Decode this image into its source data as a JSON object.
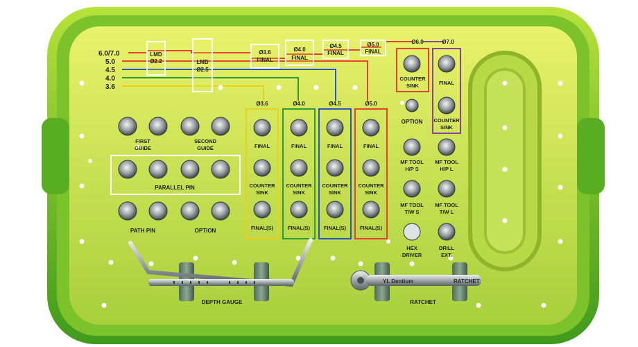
{
  "legend": {
    "items": [
      {
        "text": "6.0/7.0",
        "color": "#e34234"
      },
      {
        "text": "5.0",
        "color": "#e34234"
      },
      {
        "text": "4.5",
        "color": "#2a55c8"
      },
      {
        "text": "4.0",
        "color": "#2a9a3a"
      },
      {
        "text": "3.6",
        "color": "#e8d21c"
      }
    ]
  },
  "top_boxes": {
    "lmd22": [
      "LMD",
      "Ø2.2"
    ],
    "lmd25": [
      "LMD",
      "Ø2.5"
    ],
    "f36": [
      "Ø3.6",
      "FINAL"
    ],
    "f40": [
      "Ø4.0",
      "FINAL"
    ],
    "f45": [
      "Ø4.5",
      "FINAL"
    ],
    "f50": [
      "Ø5.0",
      "FINAL"
    ]
  },
  "top_right": {
    "d60": "Ø6.0",
    "d70": "Ø7.0"
  },
  "columns": {
    "headers": [
      "Ø3.6",
      "Ø4.0",
      "Ø4.5",
      "Ø5.0"
    ],
    "final": "FINAL",
    "counter": [
      "COUNTER",
      "SINK"
    ],
    "final_s": "FINAL(S)"
  },
  "left": {
    "first_guide": [
      "FIRST",
      "GUIDE"
    ],
    "second_guide": [
      "SECOND",
      "GUIDE"
    ],
    "parallel_pin": "PARALLEL PIN",
    "path_pin": "PATH PIN",
    "option": "OPTION"
  },
  "right": {
    "counter_sink": [
      "COUNTER",
      "SINK"
    ],
    "final": "FINAL",
    "counter_sink2": [
      "COUNTER",
      "SINK"
    ],
    "option": "OPTION",
    "mf_hps": [
      "MF TOOL",
      "H/P S"
    ],
    "mf_hpl": [
      "MF TOOL",
      "H/P L"
    ],
    "mf_tws": [
      "MF TOOL",
      "T/W S"
    ],
    "mf_twl": [
      "MF TOOL",
      "T/W L"
    ],
    "hex": [
      "HEX",
      "DRIVER"
    ],
    "drill": [
      "DRILL",
      "EXT."
    ]
  },
  "bottom": {
    "depth_gauge": "DEPTH GAUGE",
    "ratchet": "RATCHET",
    "ratchet_brand": "YL Dentium",
    "ratchet_word": "RATCHET"
  }
}
